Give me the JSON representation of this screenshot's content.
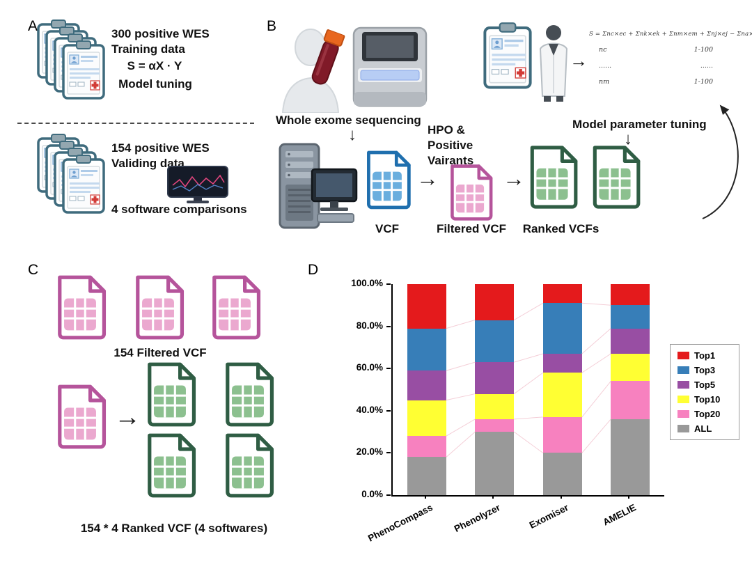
{
  "icons": {
    "arrow_right": "→",
    "arrow_down": "↓"
  },
  "panel_a": {
    "label": "A",
    "training_line1": "300 positive WES",
    "training_line2": "Training data",
    "formula": "S = αX · Y",
    "model_tuning": "Model tuning",
    "validation_line1": "154 positive WES",
    "validation_line2": "Validing data",
    "comparisons": "4 software comparisons"
  },
  "panel_b": {
    "label": "B",
    "wes_label": "Whole exome sequencing",
    "vcf_label": "VCF",
    "hpo_line1": "HPO &",
    "hpo_line2": "Positive",
    "hpo_line3": "Vairants",
    "filtered_vcf_label": "Filtered VCF",
    "ranked_vcfs_label": "Ranked VCFs",
    "tuning_label": "Model parameter tuning",
    "formula_line": "S = Σnc×ec + Σnk×ek + Σnm×em + Σnj×ej − Σna×ea",
    "formula_rows": [
      {
        "param": "nc",
        "range": "1-100"
      },
      {
        "param": "......",
        "range": "......"
      },
      {
        "param": "nm",
        "range": "1-100"
      }
    ]
  },
  "panel_c": {
    "label": "C",
    "filtered_label": "154 Filtered VCF",
    "ranked_label": "154 * 4 Ranked VCF (4 softwares)"
  },
  "panel_d": {
    "label": "D"
  },
  "chart_data": {
    "type": "bar",
    "subtype": "stacked",
    "categories": [
      "PhenoCompass",
      "Phenolyzer",
      "Exomiser",
      "AMELIE"
    ],
    "series": [
      {
        "name": "ALL",
        "color": "#999999",
        "values": [
          18,
          30,
          20,
          36
        ]
      },
      {
        "name": "Top20",
        "color": "#f781bf",
        "values": [
          10,
          6,
          17,
          18
        ]
      },
      {
        "name": "Top10",
        "color": "#ffff33",
        "values": [
          17,
          12,
          21,
          13
        ]
      },
      {
        "name": "Top5",
        "color": "#984ea3",
        "values": [
          14,
          15,
          9,
          12
        ]
      },
      {
        "name": "Top3",
        "color": "#377eb8",
        "values": [
          20,
          20,
          24,
          11
        ]
      },
      {
        "name": "Top1",
        "color": "#e41a1c",
        "values": [
          21,
          17,
          9,
          10
        ]
      }
    ],
    "legend_order": [
      "Top1",
      "Top3",
      "Top5",
      "Top10",
      "Top20",
      "ALL"
    ],
    "yticks": [
      "0.0%",
      "20.0%",
      "40.0%",
      "60.0%",
      "80.0%",
      "100.0%"
    ],
    "ylim": [
      0,
      100
    ],
    "grid": false,
    "legend_position": "right"
  }
}
